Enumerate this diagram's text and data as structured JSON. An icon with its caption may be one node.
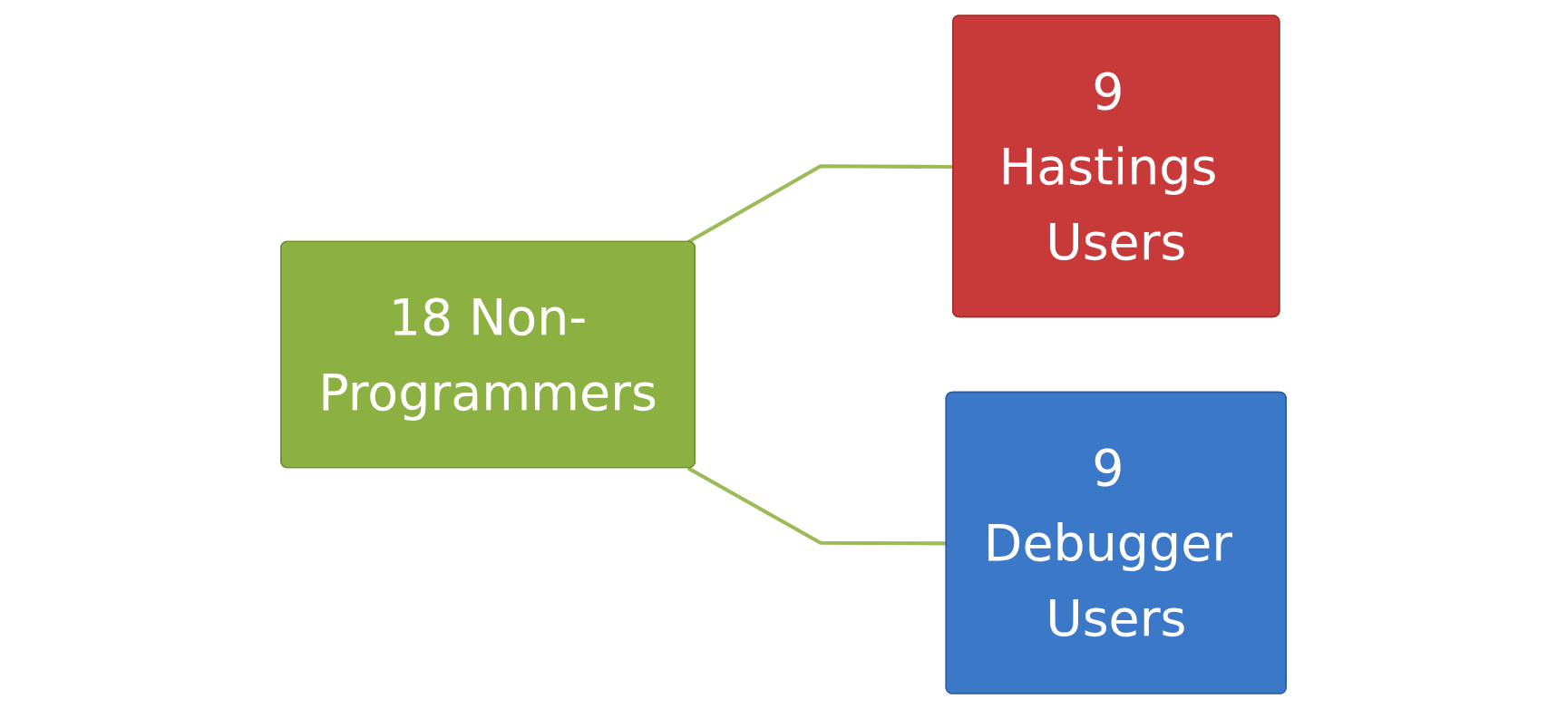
{
  "diagram": {
    "nodes": [
      {
        "text": [
          "18 Non-Programmers"
        ]
      },
      {
        "text": [
          "9 Hastings Users"
        ]
      },
      {
        "text": [
          "9 Debugger Users"
        ]
      }
    ],
    "edges": [
      {
        "from": 0,
        "to": 1,
        "arrow": "none"
      },
      {
        "from": 0,
        "to": 2,
        "arrow": "none"
      }
    ]
  }
}
